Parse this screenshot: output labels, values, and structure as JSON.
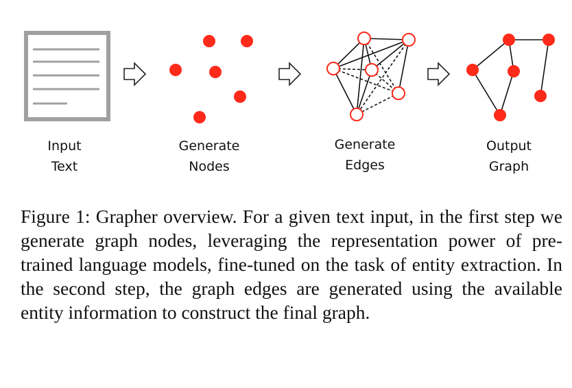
{
  "figure": {
    "steps": [
      {
        "line1": "Input",
        "line2": "Text"
      },
      {
        "line1": "Generate",
        "line2": "Nodes"
      },
      {
        "line1": "Generate",
        "line2": "Edges"
      },
      {
        "line1": "Output",
        "line2": "Graph"
      }
    ],
    "node_color": "#ff2a1a",
    "doc_color": "#a0a0a0"
  },
  "caption": {
    "label": "Figure 1:",
    "text": "Grapher overview. For a given text input, in the first step we generate graph nodes, leveraging the representation power of pre-trained language models, fine-tuned on the task of entity extraction. In the second step, the graph edges are generated using the available entity information to construct the final graph."
  }
}
